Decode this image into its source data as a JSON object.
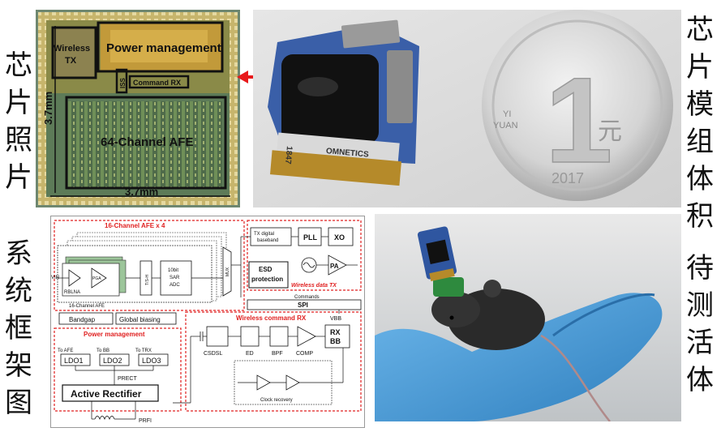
{
  "labels": {
    "chip_photo": [
      "芯",
      "片",
      "照",
      "片"
    ],
    "module_size": [
      "芯",
      "片",
      "模",
      "组",
      "体",
      "积"
    ],
    "system_arch": [
      "系",
      "统",
      "框",
      "架",
      "图"
    ],
    "live_test": [
      "待",
      "测",
      "活",
      "体"
    ]
  },
  "chip": {
    "wireless_tx": [
      "Wireless",
      "TX"
    ],
    "power_management": "Power management",
    "iss": "ISS",
    "command_rx": "Command RX",
    "afe": "64-Channel AFE",
    "dim_h": "3.7mm",
    "dim_v": "3.7mm"
  },
  "module": {
    "connector": "OMNETICS",
    "connector_num": "1847"
  },
  "coin": {
    "value": "1",
    "unit": "元",
    "yi": "YI",
    "yuan": "YUAN",
    "year": "2017"
  },
  "diagram": {
    "afe_group": "16-Channel AFE x 4",
    "afe_single": "16-Channel AFE",
    "vin": "VIN",
    "rblna": "RBLNA",
    "pga": "PGA",
    "tsh": "T/S-H",
    "adc": [
      "10bit",
      "SAR",
      "ADC"
    ],
    "mux": "MUX",
    "tx_baseband": [
      "TX digital",
      "baseband"
    ],
    "pll": "PLL",
    "xo": "XO",
    "pa": "PA",
    "esd": [
      "ESD",
      "protection"
    ],
    "wireless_tx": "Wireless data TX",
    "commands": "Commands",
    "spi": "SPI",
    "vbb": "VBB",
    "bandgap": "Bandgap",
    "global_biasing": "Global biasing",
    "power_management": "Power management",
    "to_afe": "To AFE",
    "to_bb": "To BB",
    "to_trx": "To TRX",
    "ldo1": "LDO1",
    "ldo2": "LDO2",
    "ldo3": "LDO3",
    "prect": "PRECT",
    "active_rectifier": "Active Rectifier",
    "prfi": "PRFI",
    "wireless_rx": "Wireless command RX",
    "csdsl": "CSDSL",
    "ed": "ED",
    "bpf": "BPF",
    "comp": "COMP",
    "rxbb": [
      "RX",
      "BB"
    ],
    "clock_recovery": "Clock recovery"
  },
  "colors": {
    "red_dash": "#e02020",
    "arrow": "#e8191b",
    "glove": "#4a9fd8",
    "chip_gold": "#c9a227"
  }
}
